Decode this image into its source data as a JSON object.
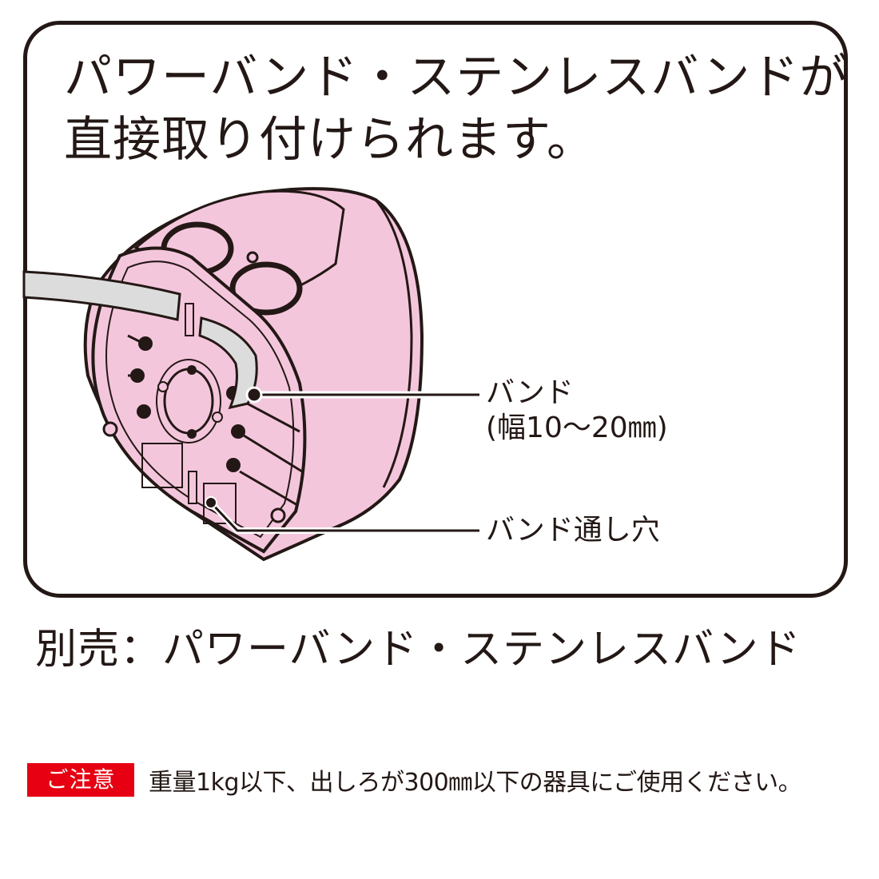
{
  "headline": {
    "line1": "パワーバンド・ステンレスバンドが",
    "line2": "直接取り付けられます。"
  },
  "illustration": {
    "subject": "junction-box-rear-view",
    "colors": {
      "body": "#f4c6dc",
      "band": "#dcdcdc",
      "outline": "#231815"
    },
    "callouts": [
      {
        "label_line1": "バンド",
        "label_line2": "(幅10〜20㎜)"
      },
      {
        "label_line1": "バンド通し穴"
      }
    ]
  },
  "subtitle": "別売：パワーバンド・ステンレスバンド",
  "notice": {
    "badge_label": "ご注意",
    "badge_color": "#e60012",
    "text": "重量1kg以下、出しろが300㎜以下の器具にご使用ください。"
  }
}
